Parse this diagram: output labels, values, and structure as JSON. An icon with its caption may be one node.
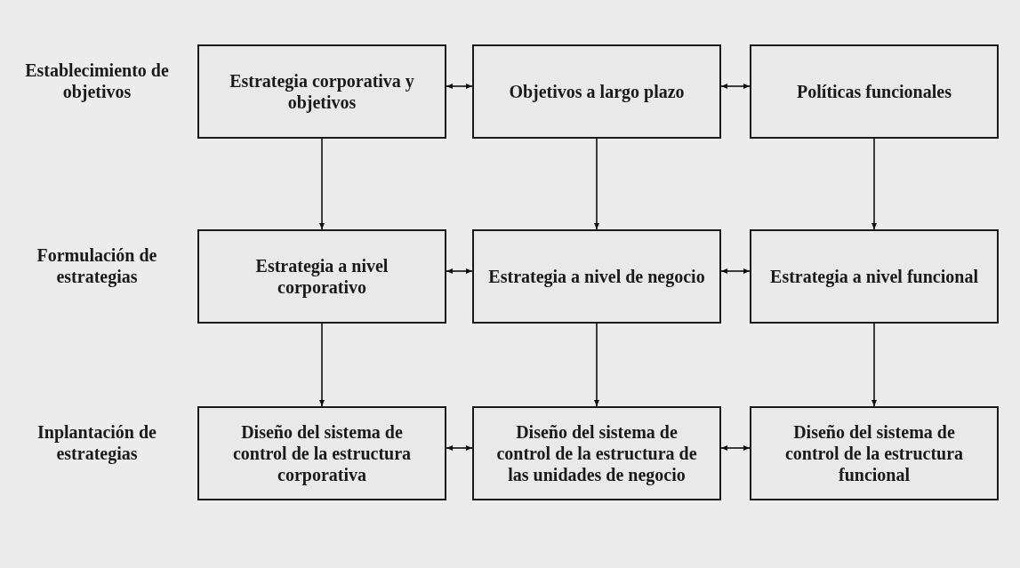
{
  "diagram": {
    "nodes": [
      {
        "text": [
          "Estrategia corporativa y objetivos"
        ]
      },
      {
        "text": [
          "Objetivos a largo plazo"
        ]
      },
      {
        "text": [
          "Políticas funcionales"
        ]
      },
      {
        "text": [
          "Estrategia a nivel corporativo"
        ]
      },
      {
        "text": [
          "Estrategia a nivel de negocio"
        ]
      },
      {
        "text": [
          "Estrategia a nivel funcional"
        ]
      },
      {
        "text": [
          "Diseño del sistema de control de la estructura corporativa"
        ]
      },
      {
        "text": [
          "Diseño del sistema de control de la estructura de las unidades de negocio"
        ]
      },
      {
        "text": [
          "Diseño del sistema de control de la estructura funcional"
        ]
      }
    ],
    "edges": [
      {
        "from": 0,
        "to": 1,
        "arrow": "both"
      },
      {
        "from": 1,
        "to": 2,
        "arrow": "both"
      },
      {
        "from": 0,
        "to": 3,
        "arrow": "to"
      },
      {
        "from": 1,
        "to": 4,
        "arrow": "to"
      },
      {
        "from": 2,
        "to": 5,
        "arrow": "to"
      },
      {
        "from": 3,
        "to": 4,
        "arrow": "both"
      },
      {
        "from": 4,
        "to": 5,
        "arrow": "both"
      },
      {
        "from": 3,
        "to": 6,
        "arrow": "to"
      },
      {
        "from": 4,
        "to": 7,
        "arrow": "to"
      },
      {
        "from": 5,
        "to": 8,
        "arrow": "to"
      },
      {
        "from": 6,
        "to": 7,
        "arrow": "both"
      },
      {
        "from": 7,
        "to": 8,
        "arrow": "both"
      }
    ],
    "labels": [
      "Establecimiento de objetivos",
      "Formulación de estrategias",
      "Inplantación de estrategias"
    ]
  }
}
